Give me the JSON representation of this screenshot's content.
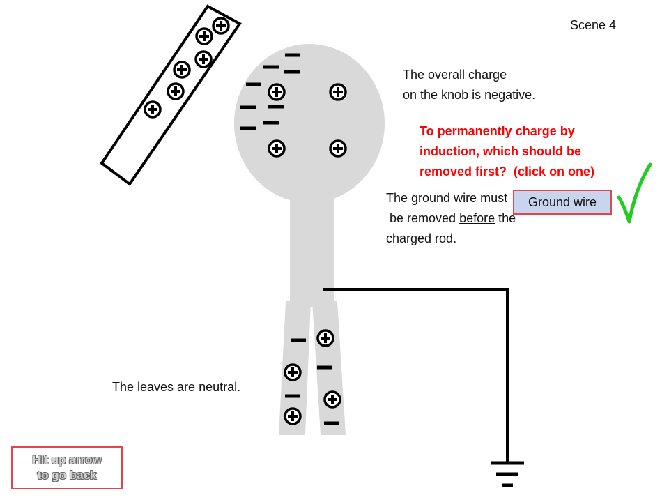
{
  "scene_title": "Scene 4",
  "knob_note": {
    "line1": "The overall charge",
    "line2": "on the knob is negative."
  },
  "question": {
    "line1": "To permanently charge by",
    "line2": "induction, which should be",
    "line3": "removed first?  (click on one)"
  },
  "ground_note": {
    "line1": "The ground wire must",
    "line2_a": " be removed ",
    "line2_b": "before",
    "line2_c": " the",
    "line3": "charged rod."
  },
  "ground_button_label": "Ground wire",
  "leaves_note": "The leaves are neutral.",
  "back_hint": {
    "line1": "Hit up arrow",
    "line2": "to go back"
  },
  "colors": {
    "electroscope": "#d9d9d9",
    "question_text": "#ff0000",
    "check_mark": "#22cc22",
    "button_fill": "#c9d5ee",
    "button_border": "#e0464d"
  },
  "icons": {
    "positive": "plus-charge-icon",
    "negative": "minus-charge-icon",
    "check": "check-mark-icon",
    "ground": "ground-symbol-icon"
  }
}
